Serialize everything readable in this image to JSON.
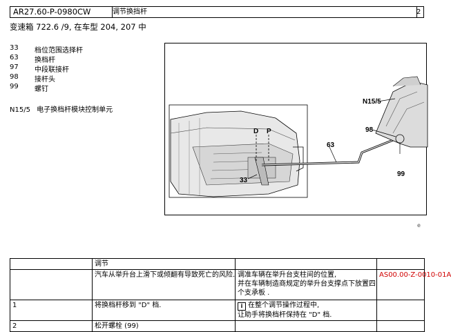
{
  "header": {
    "doc_id": "AR27.60-P-0980CW",
    "title": "调节换挡杆",
    "page_marker": "2"
  },
  "subtitle": "变速箱 722.6 /9, 在车型 204, 207 中",
  "legend": [
    {
      "num": "33",
      "text": "档位范围选择杆"
    },
    {
      "num": "63",
      "text": "换档杆"
    },
    {
      "num": "97",
      "text": "中段联接杆"
    },
    {
      "num": "98",
      "text": "接杆头"
    },
    {
      "num": "99",
      "text": "螺钉"
    }
  ],
  "legend_n155": {
    "code": "N15/5",
    "text": "电子换档杆模块控制单元"
  },
  "figure": {
    "labels": {
      "n155": "N15/5",
      "d": "D",
      "p": "P",
      "l63": "63",
      "l98": "98",
      "l99": "99",
      "l33": "33"
    }
  },
  "figure_mark": "e",
  "table": {
    "header_label": "调节",
    "rows": [
      {
        "step": "",
        "action": "汽车从举升台上滑下或倾翻有导致死亡的风险.",
        "note_lines": [
          "调准车辆在举升台支柱间的位置,",
          "并在车辆制造商规定的举升台支撑点下放置四",
          "个支承板 ."
        ],
        "ref": "AS00.00-Z-0010-01A"
      },
      {
        "step": "1",
        "action": "将换档杆移到 \"D\" 档.",
        "note_icon": "i",
        "note_lines": [
          "在整个调节操作过程中,",
          "让助手将换档杆保持在 \"D\" 档."
        ],
        "ref": ""
      },
      {
        "step": "2",
        "action": "松开螺栓 (99)",
        "note_lines": [],
        "ref": ""
      }
    ]
  }
}
